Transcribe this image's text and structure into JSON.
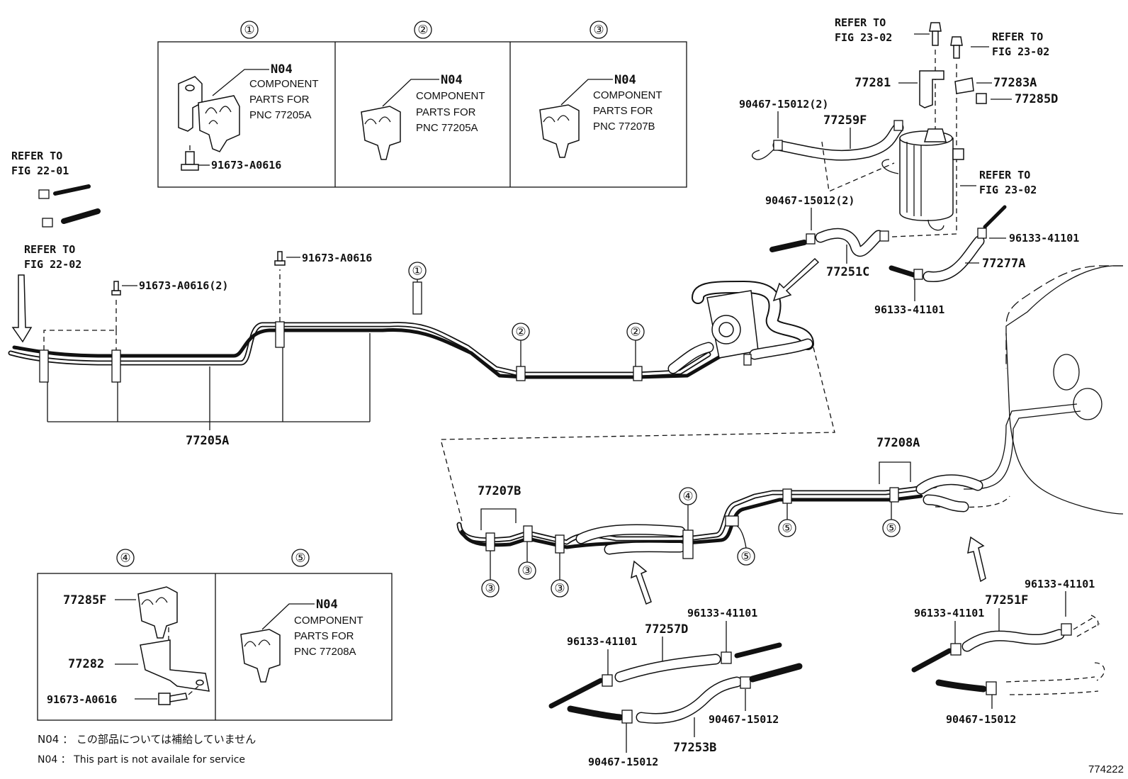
{
  "boxes": {
    "box1": {
      "num": "①",
      "n04": "N04",
      "desc1": "COMPONENT",
      "desc2": "PARTS FOR",
      "desc3": "PNC 77205A",
      "bolt": "91673-A0616"
    },
    "box2": {
      "num": "②",
      "n04": "N04",
      "desc1": "COMPONENT",
      "desc2": "PARTS FOR",
      "desc3": "PNC 77205A"
    },
    "box3": {
      "num": "③",
      "n04": "N04",
      "desc1": "COMPONENT",
      "desc2": "PARTS FOR",
      "desc3": "PNC 77207B"
    },
    "box4": {
      "num": "④",
      "clamp": "77285F",
      "bracket": "77282",
      "bolt": "91673-A0616"
    },
    "box5": {
      "num": "⑤",
      "n04": "N04",
      "desc1": "COMPONENT",
      "desc2": "PARTS FOR",
      "desc3": "PNC 77208A"
    }
  },
  "refer": {
    "r1a": "REFER TO",
    "r1b": "FIG 22-01",
    "r2a": "REFER TO",
    "r2b": "FIG 22-02",
    "r3a": "REFER TO",
    "r3b": "FIG 23-02",
    "r4a": "REFER TO",
    "r4b": "FIG 23-02",
    "r5a": "REFER TO",
    "r5b": "FIG 23-02"
  },
  "labels": {
    "bolt_a": "91673-A0616",
    "bolt_b": "91673-A0616(2)",
    "tube_77205A": "77205A",
    "tube_77207B": "77207B",
    "tube_77208A": "77208A",
    "p77281": "77281",
    "p77283A": "77283A",
    "p77285D": "77285D",
    "p77259F": "77259F",
    "c90467_2a": "90467-15012(2)",
    "c90467_2b": "90467-15012(2)",
    "p77251C": "77251C",
    "p77277A": "77277A",
    "c96133_a": "96133-41101",
    "c96133_b": "96133-41101",
    "p77257D": "77257D",
    "c96133_c": "96133-41101",
    "c96133_d": "96133-41101",
    "c90467_c": "90467-15012",
    "c90467_d": "90467-15012",
    "p77253B": "77253B",
    "p77251F": "77251F",
    "c96133_e": "96133-41101",
    "c96133_f": "96133-41101",
    "c90467_e": "90467-15012"
  },
  "callouts": {
    "c1": "①",
    "c2a": "②",
    "c2b": "②",
    "c3a": "③",
    "c3b": "③",
    "c3c": "③",
    "c4": "④",
    "c5a": "⑤",
    "c5b": "⑤",
    "c5c": "⑤"
  },
  "notes": {
    "jp": "N04 ： この部品については補給していません",
    "en": "N04 ：  This part is not availale for service"
  },
  "figure_id": "774222"
}
